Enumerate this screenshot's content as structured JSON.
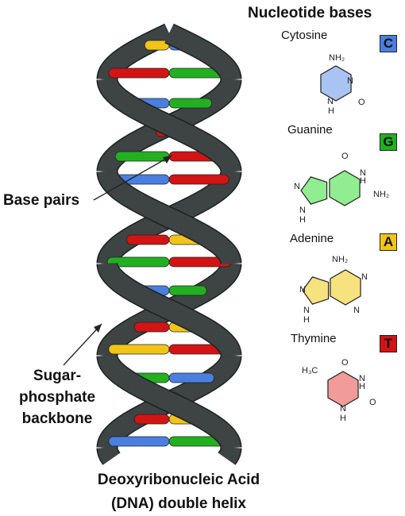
{
  "panel_title": "Nucleotide bases",
  "labels": {
    "base_pairs": "Base pairs",
    "backbone_line1": "Sugar-",
    "backbone_line2": "phosphate",
    "backbone_line3": "backbone"
  },
  "caption": {
    "line1": "Deoxyribonucleic Acid",
    "line2": "(DNA) double helix"
  },
  "bases": [
    {
      "name": "Cytosine",
      "letter": "C",
      "color": "#4a7fe0",
      "fill": "#a9c4f2"
    },
    {
      "name": "Guanine",
      "letter": "G",
      "color": "#22b020",
      "fill": "#90ee90"
    },
    {
      "name": "Adenine",
      "letter": "A",
      "color": "#f2c418",
      "fill": "#f6e27e"
    },
    {
      "name": "Thymine",
      "letter": "T",
      "color": "#d21414",
      "fill": "#f19b9b"
    }
  ],
  "atom_labels": {
    "nh2": "NH₂",
    "n": "N",
    "o": "O",
    "h": "H",
    "h3c": "H₃C"
  },
  "colors": {
    "backbone": "#3d4443",
    "backbone_edge": "#1d2221"
  }
}
